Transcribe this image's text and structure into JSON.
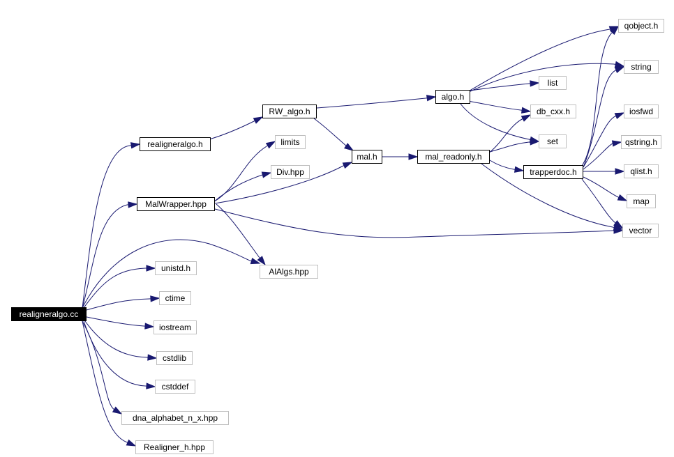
{
  "colors": {
    "edge": "#191970",
    "root_fill": "#000000",
    "internal_border": "#000000",
    "external_border": "#bfbfbf"
  },
  "nodes": {
    "realigneralgo_cc": "realigneralgo.cc",
    "realigneralgo_h": "realigneralgo.h",
    "rw_algo_h": "RW_algo.h",
    "algo_h": "algo.h",
    "qobject_h": "qobject.h",
    "string": "string",
    "list": "list",
    "db_cxx_h": "db_cxx.h",
    "set": "set",
    "mal_h": "mal.h",
    "mal_readonly_h": "mal_readonly.h",
    "trapperdoc_h": "trapperdoc.h",
    "iosfwd": "iosfwd",
    "qstring_h": "qstring.h",
    "qlist_h": "qlist.h",
    "map": "map",
    "vector": "vector",
    "limits": "limits",
    "div_hpp": "Div.hpp",
    "malwrapper_hpp": "MalWrapper.hpp",
    "alalgs_hpp": "AlAlgs.hpp",
    "unistd_h": "unistd.h",
    "ctime": "ctime",
    "iostream": "iostream",
    "cstdlib": "cstdlib",
    "cstddef": "cstddef",
    "dna_alphabet_hpp": "dna_alphabet_n_x.hpp",
    "realigner_h_hpp": "Realigner_h.hpp"
  }
}
